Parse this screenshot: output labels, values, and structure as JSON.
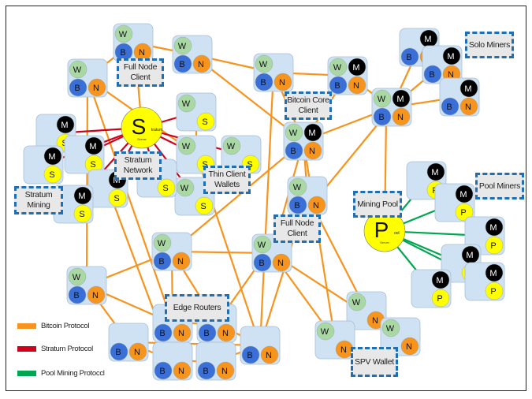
{
  "diagram": {
    "title_labels": {
      "full_node_client_top": "Full Node Client",
      "bitcoin_core_client": "Bitcoin Core Client",
      "solo_miners": "Solo Miners",
      "stratum_network": "Stratum Network",
      "thin_client_wallets": "Thin Client Wallets",
      "stratum_mining": "Stratum Mining",
      "mining_pool": "Mining Pool",
      "pool_miners": "Pool Miners",
      "full_node_client_mid": "Full Node Client",
      "edge_routers": "Edge Routers",
      "spv_wallet": "SPV Wallet"
    },
    "servers": {
      "stratum": {
        "letter": "S",
        "sub": "tratum",
        "caption": "Server"
      },
      "pool": {
        "letter": "P",
        "sub": "ool",
        "caption": "Server"
      }
    },
    "node_letters": {
      "wallet": "W",
      "miner": "M",
      "blockchain": "B",
      "network": "N",
      "stratum": "S",
      "pool": "P"
    },
    "legend": [
      {
        "label": "Bitcoin Protocol",
        "color": "#f7941d"
      },
      {
        "label": "Stratum Protocol",
        "color": "#d0021b"
      },
      {
        "label": "Pool Mining Protoccl",
        "color": "#00a651"
      }
    ],
    "colors": {
      "node_box": "#cfe2f3",
      "wallet": "#a9d8a5",
      "miner": "#000000",
      "blockchain": "#3b6fd8",
      "network": "#f7941d",
      "stratum_pool": "#ffff00",
      "label_border": "#1f6fb5"
    }
  }
}
